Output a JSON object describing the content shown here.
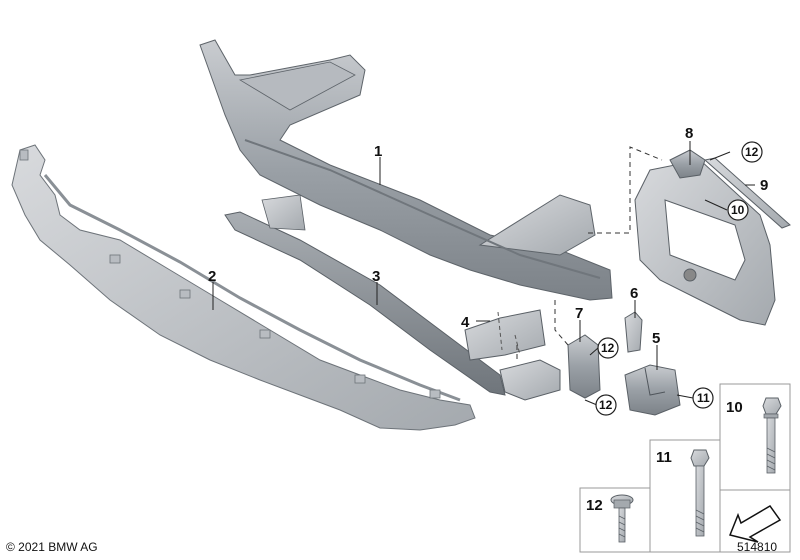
{
  "copyright": "© 2021 BMW AG",
  "diagram_id": "514810",
  "callouts": {
    "p1": "1",
    "p2": "2",
    "p3": "3",
    "p4": "4",
    "p5": "5",
    "p6": "6",
    "p7": "7",
    "p8": "8",
    "p9": "9",
    "c10": "10",
    "c11": "11",
    "c12a": "12",
    "c12b": "12",
    "c12c": "12"
  },
  "fastener_boxes": {
    "box10": "10",
    "box11": "11",
    "box12": "12"
  }
}
